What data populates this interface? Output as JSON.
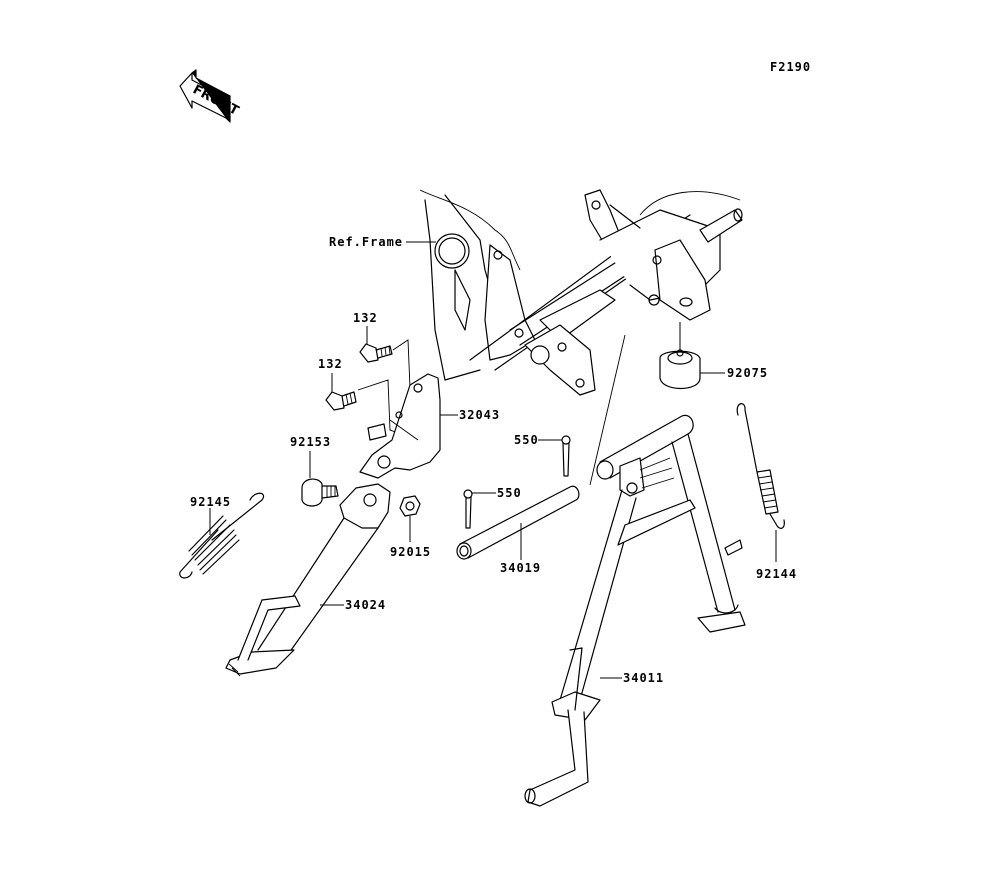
{
  "diagram": {
    "figure_code": "F2190",
    "direction_indicator": "FRONT",
    "reference_label": "Ref.Frame",
    "parts": [
      {
        "id": "132a",
        "number": "132",
        "name": "Bolt (upper)"
      },
      {
        "id": "132b",
        "number": "132",
        "name": "Bolt (lower)"
      },
      {
        "id": "32043",
        "number": "32043",
        "name": "Bracket"
      },
      {
        "id": "92153",
        "number": "92153",
        "name": "Bolt"
      },
      {
        "id": "92145",
        "number": "92145",
        "name": "Spring (side stand)"
      },
      {
        "id": "92015",
        "number": "92015",
        "name": "Nut"
      },
      {
        "id": "34024",
        "number": "34024",
        "name": "Side stand"
      },
      {
        "id": "550a",
        "number": "550",
        "name": "Cotter pin (upper)"
      },
      {
        "id": "550b",
        "number": "550",
        "name": "Cotter pin (lower)"
      },
      {
        "id": "34019",
        "number": "34019",
        "name": "Shaft"
      },
      {
        "id": "92075",
        "number": "92075",
        "name": "Damper"
      },
      {
        "id": "92144",
        "number": "92144",
        "name": "Spring (center stand)"
      },
      {
        "id": "34011",
        "number": "34011",
        "name": "Center stand"
      }
    ]
  }
}
